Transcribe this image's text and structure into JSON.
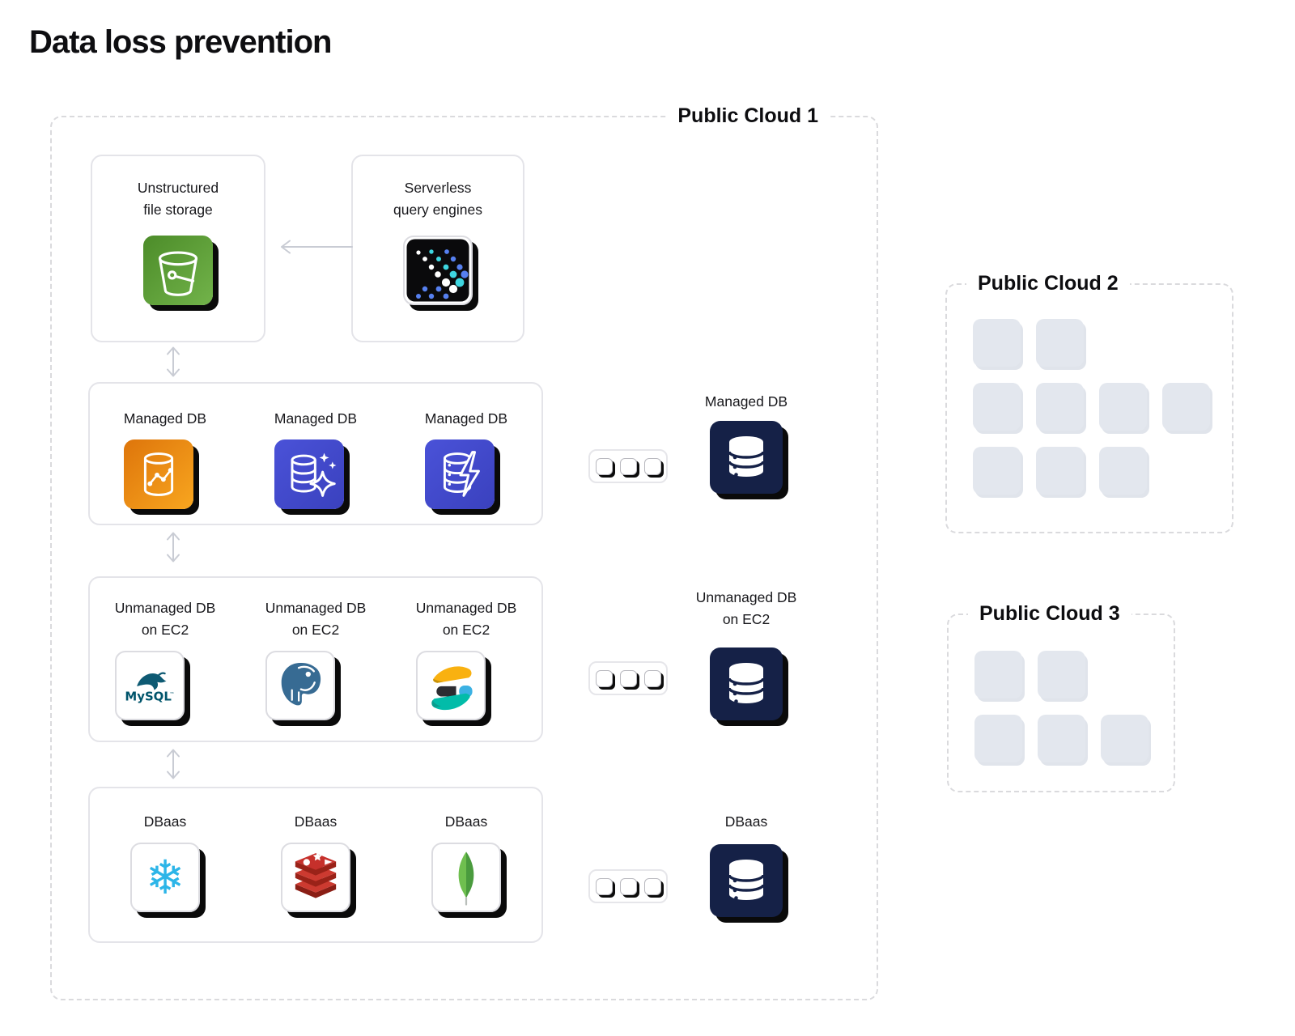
{
  "title": "Data loss prevention",
  "public_cloud_1": {
    "label": "Public Cloud 1",
    "cards": {
      "storage": {
        "line1": "Unstructured",
        "line2": "file storage"
      },
      "serverless": {
        "line1": "Serverless",
        "line2": "query engines"
      }
    },
    "rows": [
      {
        "items": [
          {
            "line1": "Managed DB",
            "line2": ""
          },
          {
            "line1": "Managed DB",
            "line2": ""
          },
          {
            "line1": "Managed DB",
            "line2": ""
          }
        ],
        "right": {
          "line1": "Managed DB",
          "line2": ""
        }
      },
      {
        "items": [
          {
            "line1": "Unmanaged DB",
            "line2": "on EC2"
          },
          {
            "line1": "Unmanaged DB",
            "line2": "on EC2"
          },
          {
            "line1": "Unmanaged DB",
            "line2": "on EC2"
          }
        ],
        "right": {
          "line1": "Unmanaged DB",
          "line2": "on EC2"
        }
      },
      {
        "items": [
          {
            "line1": "DBaas",
            "line2": ""
          },
          {
            "line1": "DBaas",
            "line2": ""
          },
          {
            "line1": "DBaas",
            "line2": ""
          }
        ],
        "right": {
          "line1": "DBaas",
          "line2": ""
        }
      }
    ],
    "icons": {
      "storage": "s3-bucket-icon",
      "serverless": "dot-matrix-query-icon",
      "managed": [
        "database-chart-icon",
        "database-sparkle-icon",
        "database-lightning-icon"
      ],
      "unmanaged": [
        "mysql-logo-icon",
        "postgresql-logo-icon",
        "elasticsearch-logo-icon"
      ],
      "dbaas": [
        "snowflake-logo-icon",
        "redis-logo-icon",
        "mongodb-logo-icon"
      ],
      "endpoint": "database-server-icon"
    },
    "snowflake_glyph": "❄"
  },
  "public_cloud_2": {
    "label": "Public Cloud 2",
    "grid_rows": [
      2,
      4,
      3
    ]
  },
  "public_cloud_3": {
    "label": "Public Cloud 3",
    "grid_rows": [
      2,
      3
    ]
  },
  "palette": {
    "s3_green_start": "#4c8c29",
    "s3_green_end": "#72b34a",
    "orange_start": "#de750b",
    "orange_end": "#f8a61f",
    "indigo_start": "#4a52d8",
    "indigo_end": "#3a41be",
    "navy": "#152147",
    "dot_cyan": "#3ed6e0",
    "dot_blue": "#5680f0",
    "snowflake_blue": "#2cb5e8",
    "redis_red_top": "#cc3a30",
    "redis_red_front": "#9a2218",
    "mongo_green_light": "#6fbf4f",
    "mongo_green_dark": "#4a9b3e",
    "mysql_teal": "#00546b",
    "postgres_blue": "#376b93",
    "elastic_yellow": "#f9b110",
    "elastic_black": "#2c2c31",
    "elastic_blue": "#3bb1e3",
    "elastic_teal": "#02bca9",
    "gray_square": "#e3e7ee",
    "arrow_gray": "#c9ccd4",
    "dash_gray": "#dadadd"
  }
}
